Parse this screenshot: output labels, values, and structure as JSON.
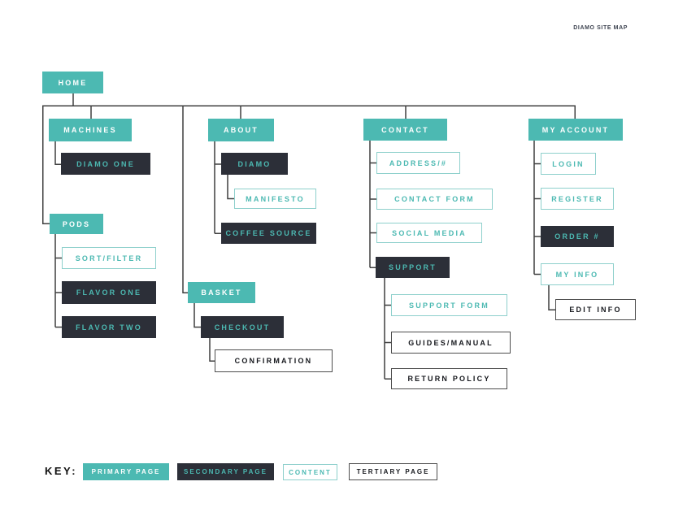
{
  "title": "DIAMO SITE MAP",
  "colors": {
    "primary_teal": "#4cb9b2",
    "secondary_dark": "#2c2f38",
    "content_border_teal": "#8ed0cc",
    "tertiary_border": "#4d4d4d",
    "connector_line": "#3f3f3f",
    "title_text": "#3d4350"
  },
  "nodes": {
    "home": {
      "label": "HOME",
      "type": "primary"
    },
    "machines": {
      "label": "MACHINES",
      "type": "primary"
    },
    "diamo_one": {
      "label": "DIAMO ONE",
      "type": "secondary"
    },
    "pods": {
      "label": "PODS",
      "type": "primary"
    },
    "sort_filter": {
      "label": "SORT/FILTER",
      "type": "content"
    },
    "flavor_one": {
      "label": "FLAVOR ONE",
      "type": "secondary"
    },
    "flavor_two": {
      "label": "FLAVOR TWO",
      "type": "secondary"
    },
    "about": {
      "label": "ABOUT",
      "type": "primary"
    },
    "diamo": {
      "label": "DIAMO",
      "type": "secondary"
    },
    "manifesto": {
      "label": "MANIFESTO",
      "type": "content"
    },
    "coffee_source": {
      "label": "COFFEE SOURCE",
      "type": "secondary"
    },
    "basket": {
      "label": "BASKET",
      "type": "primary"
    },
    "checkout": {
      "label": "CHECKOUT",
      "type": "secondary"
    },
    "confirmation": {
      "label": "CONFIRMATION",
      "type": "tertiary"
    },
    "contact": {
      "label": "CONTACT",
      "type": "primary"
    },
    "address": {
      "label": "ADDRESS/#",
      "type": "content"
    },
    "contact_form": {
      "label": "CONTACT FORM",
      "type": "content"
    },
    "social_media": {
      "label": "SOCIAL MEDIA",
      "type": "content"
    },
    "support": {
      "label": "SUPPORT",
      "type": "secondary"
    },
    "support_form": {
      "label": "SUPPORT FORM",
      "type": "content"
    },
    "guides_manual": {
      "label": "GUIDES/MANUAL",
      "type": "tertiary"
    },
    "return_policy": {
      "label": "RETURN POLICY",
      "type": "tertiary"
    },
    "my_account": {
      "label": "MY ACCOUNT",
      "type": "primary"
    },
    "login": {
      "label": "LOGIN",
      "type": "content"
    },
    "register": {
      "label": "REGISTER",
      "type": "content"
    },
    "order_num": {
      "label": "ORDER #",
      "type": "secondary"
    },
    "my_info": {
      "label": "MY INFO",
      "type": "content"
    },
    "edit_info": {
      "label": "EDIT INFO",
      "type": "tertiary"
    }
  },
  "key": {
    "label": "KEY:",
    "items": [
      {
        "label": "PRIMARY PAGE",
        "type": "primary"
      },
      {
        "label": "SECONDARY PAGE",
        "type": "secondary"
      },
      {
        "label": "CONTENT",
        "type": "content"
      },
      {
        "label": "TERTIARY PAGE",
        "type": "tertiary"
      }
    ]
  }
}
